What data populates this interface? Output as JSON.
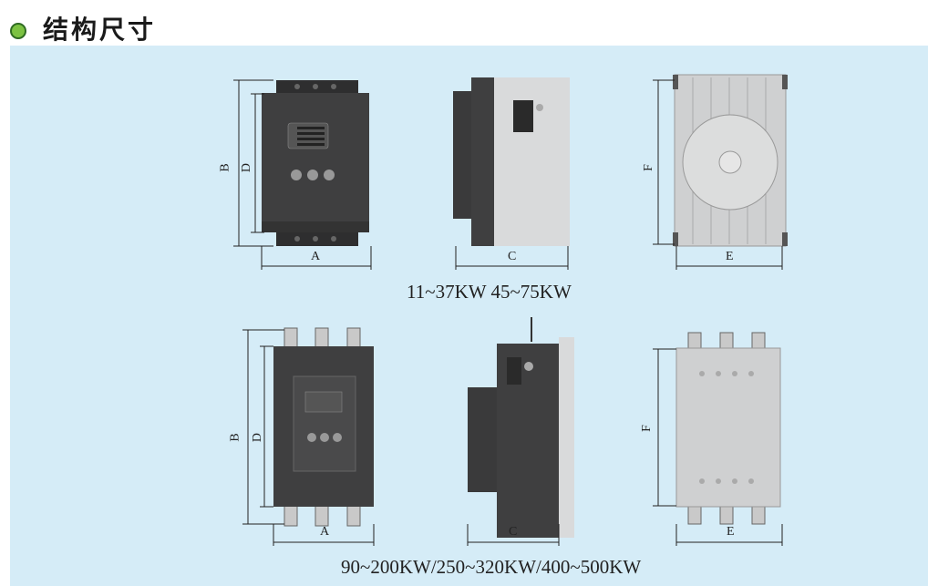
{
  "section": {
    "title": "结构尺寸",
    "bullet_color": "#7cc242"
  },
  "colors": {
    "panel_bg": "#d5ecf7",
    "device_dark": "#3f3f40",
    "device_light": "#d9dadb"
  },
  "top_row": {
    "caption": "11~37KW 45~75KW",
    "front_view": {
      "height_outer": "B",
      "height_inner": "D",
      "width": "A"
    },
    "side_view": {
      "depth": "C"
    },
    "back_view": {
      "height": "F",
      "width": "E"
    }
  },
  "bottom_row": {
    "caption": "90~200KW/250~320KW/400~500KW",
    "front_view": {
      "height_outer": "B",
      "height_inner": "D",
      "width": "A"
    },
    "side_view": {
      "depth": "C"
    },
    "back_view": {
      "height": "F",
      "width": "E"
    }
  }
}
